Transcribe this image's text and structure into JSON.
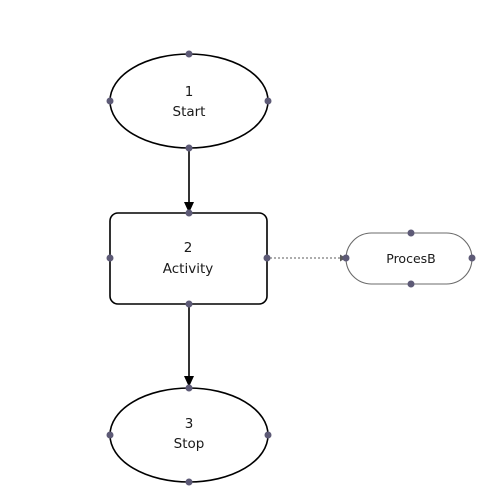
{
  "diagram": {
    "nodes": [
      {
        "id": "start",
        "number": "1",
        "label": "Start",
        "shape": "ellipse"
      },
      {
        "id": "activity",
        "number": "2",
        "label": "Activity",
        "shape": "rounded-rectangle"
      },
      {
        "id": "stop",
        "number": "3",
        "label": "Stop",
        "shape": "ellipse"
      },
      {
        "id": "procesb",
        "number": "",
        "label": "ProcesB",
        "shape": "pill"
      }
    ],
    "edges": [
      {
        "from": "start",
        "to": "activity",
        "style": "solid"
      },
      {
        "from": "activity",
        "to": "stop",
        "style": "solid"
      },
      {
        "from": "activity",
        "to": "procesb",
        "style": "dotted"
      }
    ],
    "colors": {
      "stroke": "#000000",
      "handle": "#5d5a76",
      "dotted_edge": "#5b5b5b",
      "text": "#1a1a1a"
    },
    "icons": {
      "connection_handle": "connection-handle-dot"
    }
  }
}
